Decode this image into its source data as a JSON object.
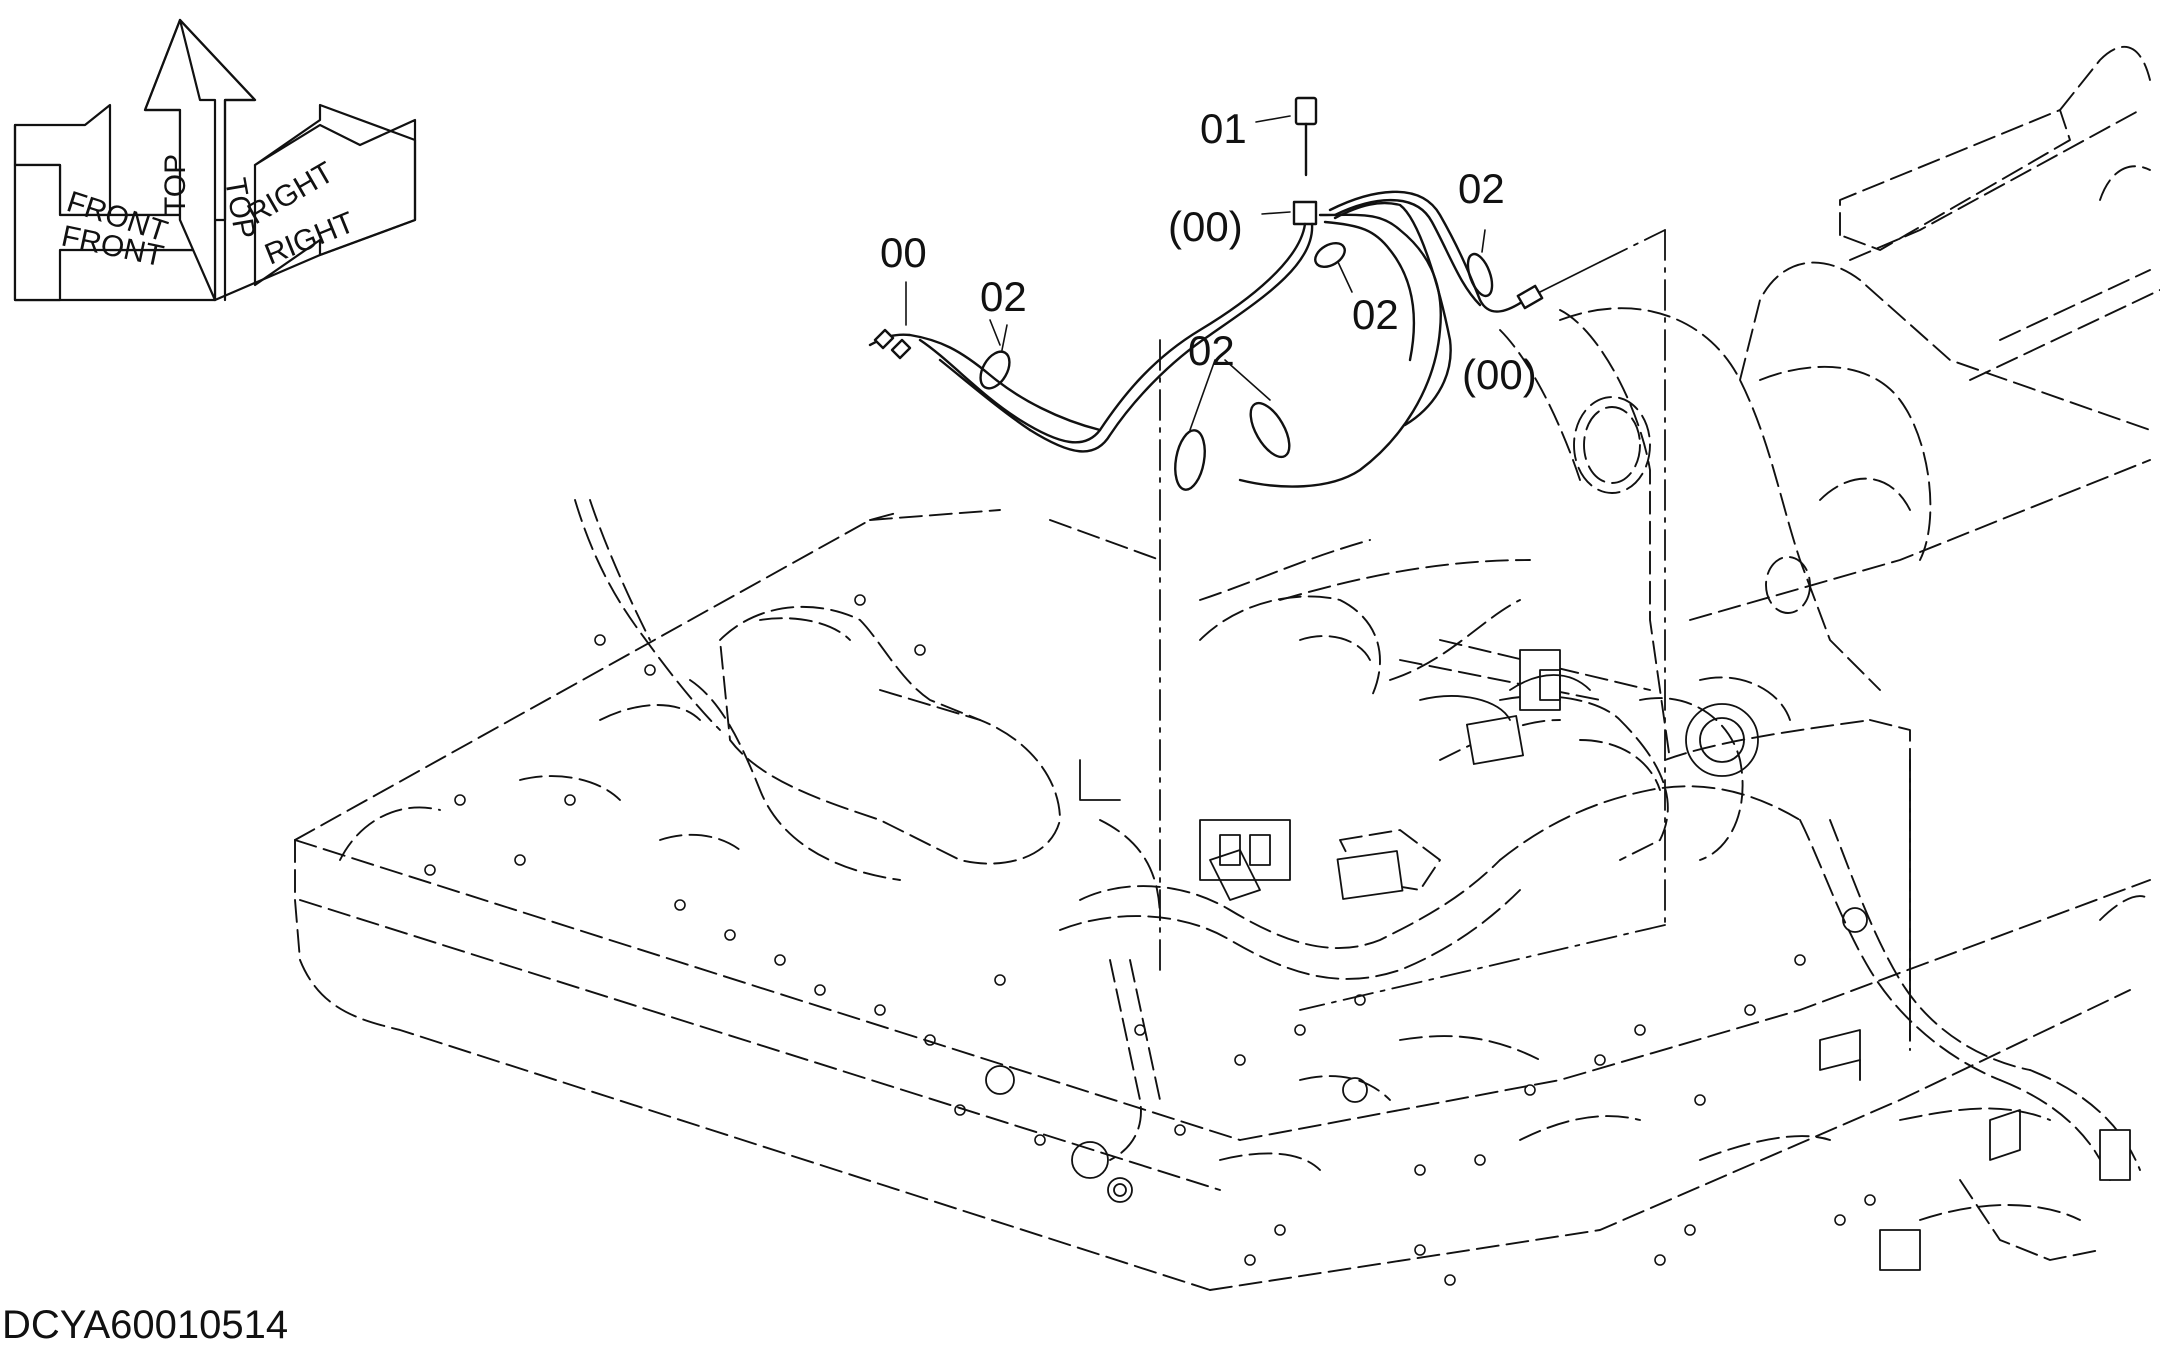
{
  "diagram": {
    "callouts": [
      {
        "id": "c01",
        "text": "01"
      },
      {
        "id": "c00top",
        "text": "(00)"
      },
      {
        "id": "c02a",
        "text": "02"
      },
      {
        "id": "c00left",
        "text": "00"
      },
      {
        "id": "c02b",
        "text": "02"
      },
      {
        "id": "c02c",
        "text": "02"
      },
      {
        "id": "c02d",
        "text": "02"
      },
      {
        "id": "c00right",
        "text": "(00)"
      }
    ],
    "orientation": {
      "front": "FRONT",
      "top": "TOP",
      "right": "RIGHT"
    },
    "drawing_code": "DCYA60010514"
  }
}
